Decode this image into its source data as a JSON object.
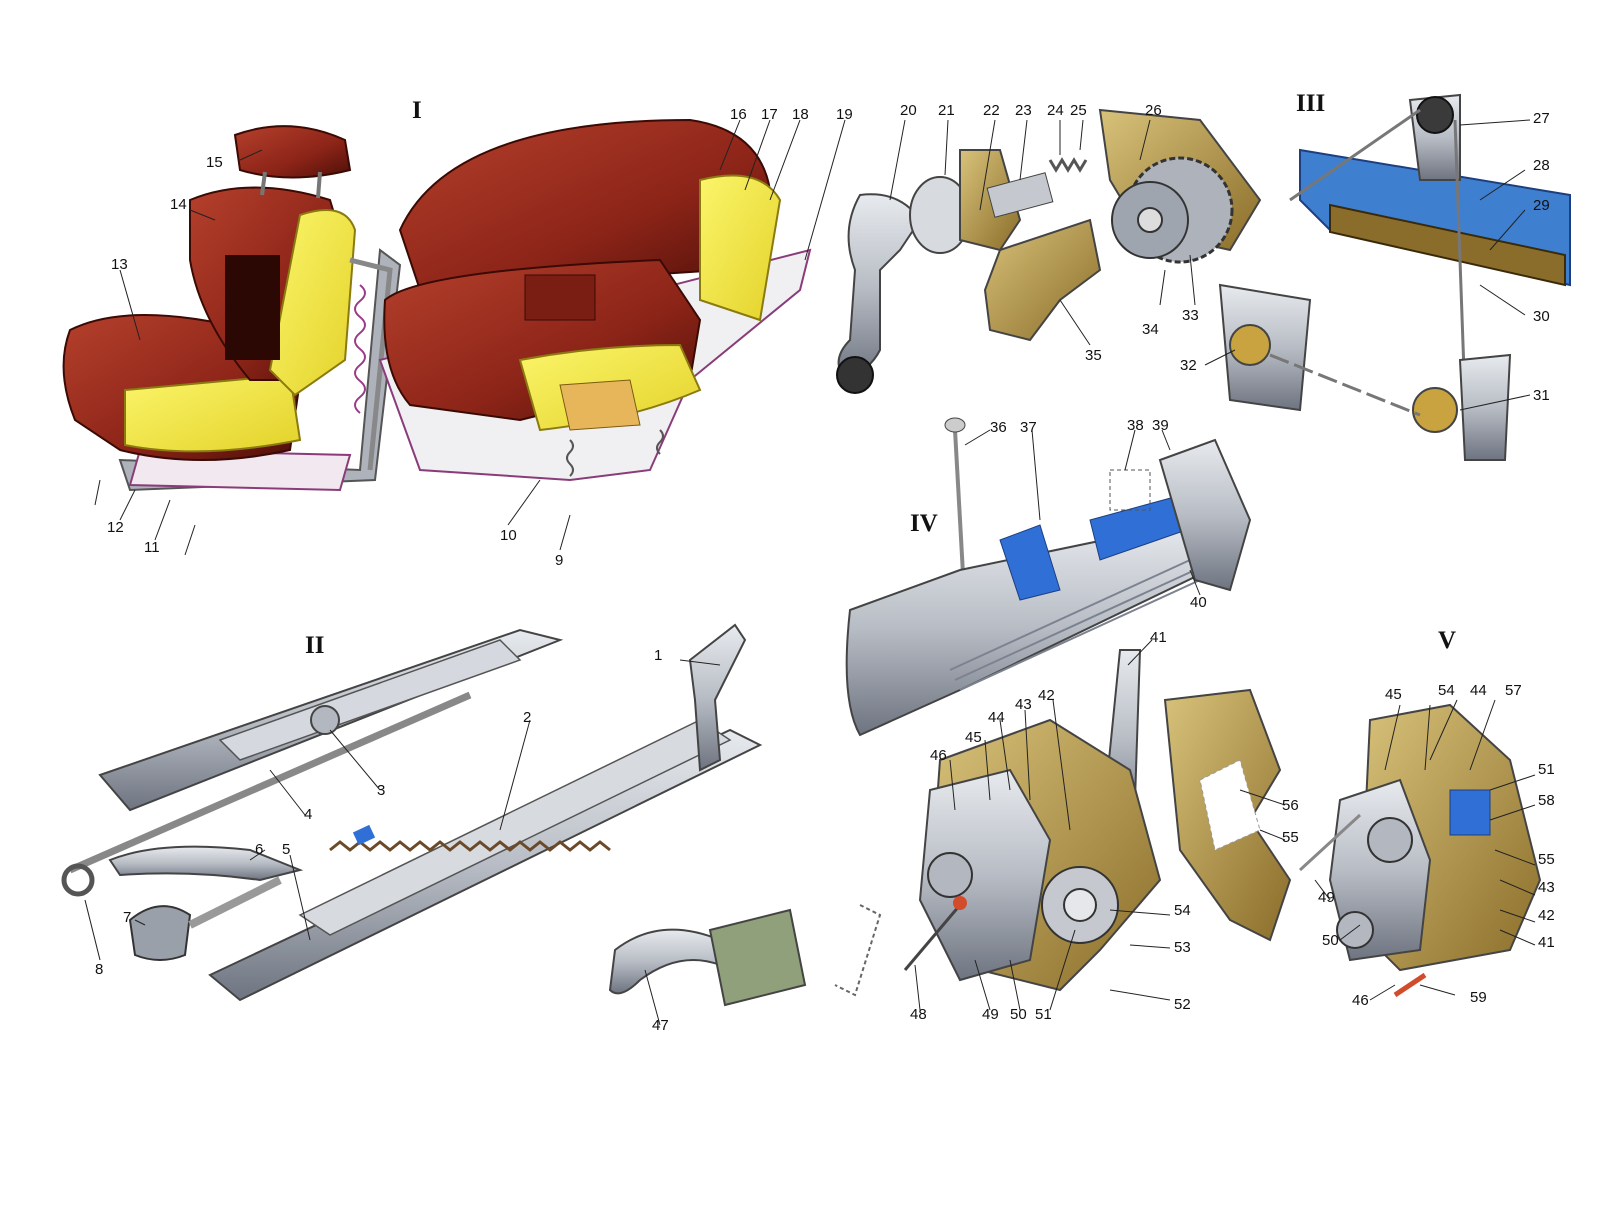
{
  "sections": [
    "I",
    "II",
    "III",
    "IV",
    "V"
  ],
  "parts": [
    "1",
    "2",
    "3",
    "4",
    "5",
    "6",
    "7",
    "8",
    "9",
    "10",
    "11",
    "12",
    "13",
    "14",
    "15",
    "16",
    "17",
    "18",
    "19",
    "20",
    "21",
    "22",
    "23",
    "24",
    "25",
    "26",
    "27",
    "28",
    "29",
    "30",
    "31",
    "32",
    "33",
    "34",
    "35",
    "36",
    "37",
    "38",
    "39",
    "40",
    "41",
    "42",
    "43",
    "44",
    "45",
    "46",
    "47",
    "48",
    "49",
    "50",
    "51",
    "52",
    "53",
    "54",
    "55",
    "56",
    "57",
    "58",
    "59"
  ],
  "colors": {
    "upholstery": "#9c2a1e",
    "upholstery_dark": "#5e130c",
    "padding": "#f3ec3c",
    "metal": "#c8ccd2",
    "metal_dark": "#7c8290",
    "brass": "#b89a45",
    "glass": "#3f7fd0",
    "accent_blue": "#2f6fd6"
  }
}
